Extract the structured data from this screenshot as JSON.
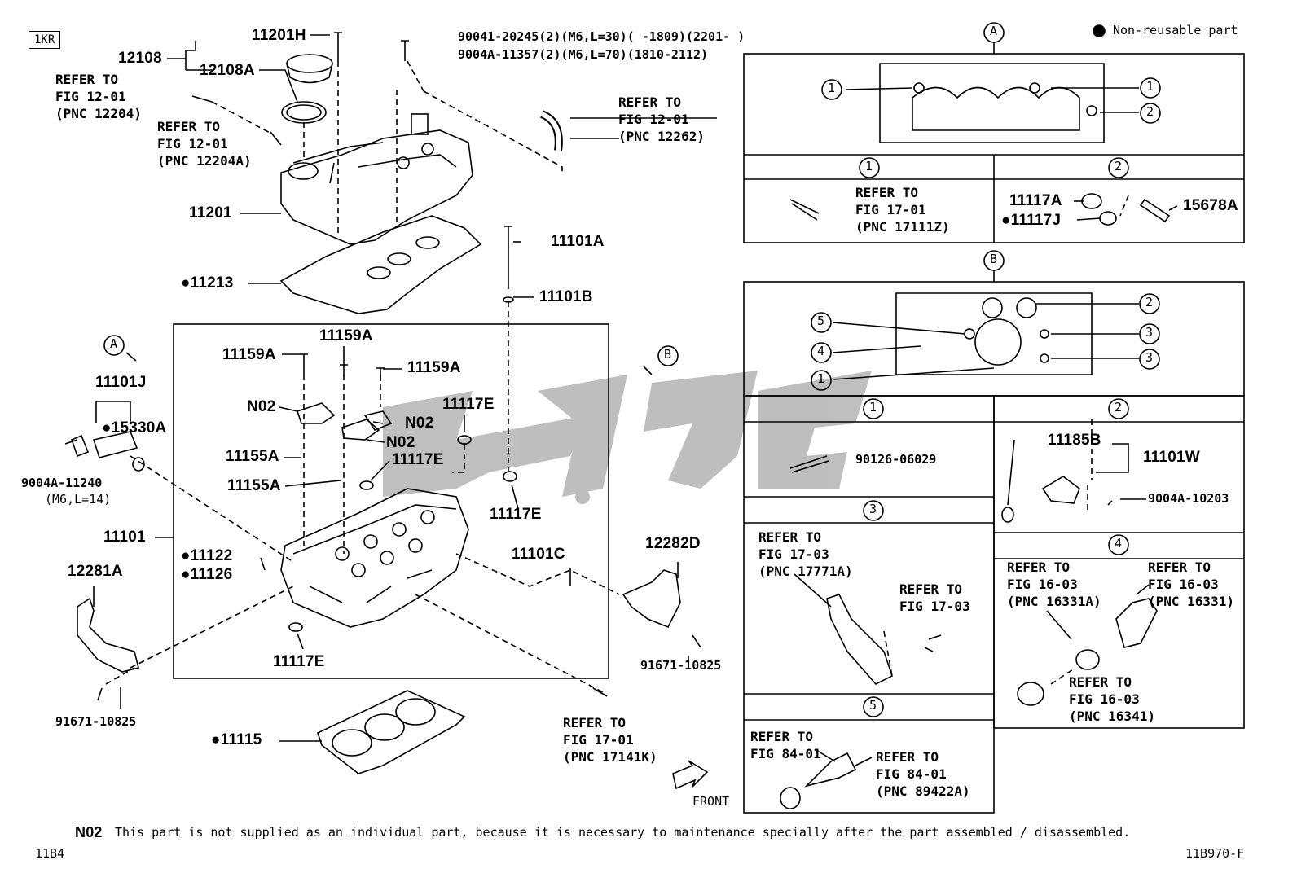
{
  "engine_tag": "1KR",
  "legend": {
    "marker": "●",
    "text": "Non-reusable part"
  },
  "refs": {
    "ref_1204": "REFER TO\nFIG 12-01\n(PNC 12204)",
    "ref_1204a": "REFER TO\nFIG 12-01\n(PNC 12204A)",
    "ref_12262": "REFER TO\nFIG 12-01\n(PNC 12262)",
    "ref_17141k": "REFER TO\nFIG 17-01\n(PNC 17141K)",
    "ref_17111z": "REFER TO\nFIG 17-01\n(PNC 17111Z)",
    "ref_17771a": "REFER TO\nFIG 17-03\n(PNC 17771A)",
    "ref_1703": "REFER TO\nFIG 17-03",
    "ref_16331a": "REFER TO\nFIG 16-03\n(PNC 16331A)",
    "ref_16331": "REFER TO\nFIG 16-03\n(PNC 16331)",
    "ref_16341": "REFER TO\nFIG 16-03\n(PNC 16341)",
    "ref_8401": "REFER TO\nFIG 84-01",
    "ref_89422a": "REFER TO\nFIG 84-01\n(PNC 89422A)"
  },
  "bolts": {
    "line1": "90041-20245(2)(M6,L=30)(     -1809)(2201-    )",
    "line2": "9004A-11357(2)(M6,L=70)(1810-2112)"
  },
  "parts": {
    "p11201H": "11201H",
    "p12108": "12108",
    "p12108A": "12108A",
    "p11201": "11201",
    "p11213": "●11213",
    "p11101A": "11101A",
    "p11101B": "11101B",
    "p11101J": "11101J",
    "p15330A": "●15330A",
    "p9004A11240": "9004A-11240",
    "p9004A11240spec": "(M6,L=14)",
    "p11159A_1": "11159A",
    "p11159A_2": "11159A",
    "p11159A_3": "11159A",
    "pN02_1": "N02",
    "pN02_2": "N02",
    "pN02_3": "N02",
    "p11117E_1": "11117E",
    "p11117E_2": "11117E",
    "p11117E_3": "11117E",
    "p11117E_4": "11117E",
    "p11155A_1": "11155A",
    "p11155A_2": "11155A",
    "p11101": "11101",
    "p11122": "●11122",
    "p11126": "●11126",
    "p11101C": "11101C",
    "p12281A": "12281A",
    "p12282D": "12282D",
    "p91671_1": "91671-10825",
    "p91671_2": "91671-10825",
    "p11115": "●11115",
    "p11117A": "11117A",
    "p11117J": "●11117J",
    "p15678A": "15678A",
    "p90126": "90126-06029",
    "p11185B": "11185B",
    "p11101W": "11101W",
    "p9004A10203": "9004A-10203"
  },
  "circles": {
    "A": "A",
    "B": "B",
    "c1": "1",
    "c2": "2",
    "c3": "3",
    "c4": "4",
    "c5": "5"
  },
  "front_label": "FRONT",
  "footnote": {
    "code": "N02",
    "text": "This part is not supplied as an individual part, because it is necessary to maintenance specially after the part assembled / disassembled."
  },
  "page_code_left": "11B4",
  "page_code_right": "11B970-F"
}
